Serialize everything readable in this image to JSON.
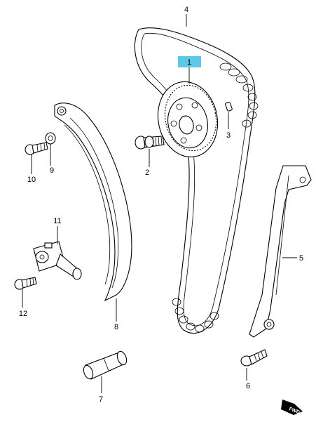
{
  "callouts": {
    "p1": "1",
    "p2": "2",
    "p3": "3",
    "p4": "4",
    "p5": "5",
    "p6": "6",
    "p7": "7",
    "p8": "8",
    "p9": "9",
    "p10": "10",
    "p11": "11",
    "p12": "12"
  },
  "badge": {
    "fwd": "FWD"
  },
  "colors": {
    "highlight": "#5bc8e8",
    "line": "#000000",
    "background": "#ffffff"
  }
}
